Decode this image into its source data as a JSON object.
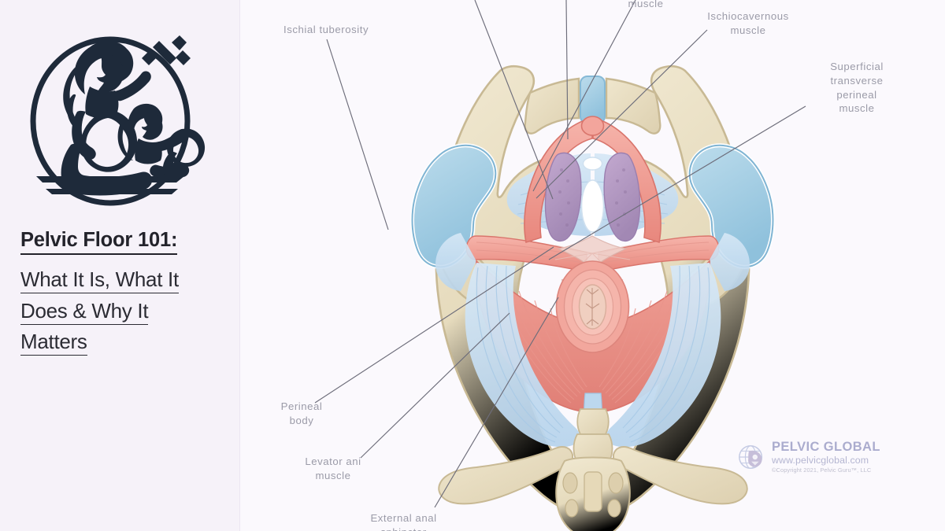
{
  "sidebar": {
    "logo_alt": "pregnant-woman-fitness-logo",
    "title": "Pelvic Floor 101:",
    "subtitle_lines": [
      "What It Is, What It",
      "Does & Why It",
      "Matters"
    ]
  },
  "diagram": {
    "alt": "female-pelvic-floor-muscles-anatomy",
    "labels": [
      {
        "id": "ischial-tuberosity",
        "text": "Ischial tuberosity"
      },
      {
        "id": "bulbospongiosus-muscle",
        "text": ""
      },
      {
        "id": "urethra",
        "text": ""
      },
      {
        "id": "perineal-membrane-muscle",
        "text": "muscle"
      },
      {
        "id": "ischiocavernous-muscle",
        "text": "Ischiocavernous\nmuscle"
      },
      {
        "id": "superficial-transverse-perineal-muscle",
        "text": "Superficial\ntransverse\nperineal\nmuscle"
      },
      {
        "id": "perineal-body",
        "text": "Perineal\nbody"
      },
      {
        "id": "levator-ani-muscle",
        "text": "Levator ani\nmuscle"
      },
      {
        "id": "external-anal-sphincter",
        "text": "External anal\nsphincter"
      }
    ],
    "colors": {
      "bone": "#e9dfc3",
      "bone_edge": "#c7b893",
      "cartilage": "#a9cfe4",
      "muscle_red": "#f09a90",
      "muscle_deep": "#e8837a",
      "fascia_blue": "#c5ddf0",
      "bulb_purple": "#b49ac2",
      "leader_line": "#6d6d7a",
      "label_text": "#9b9ba8",
      "panel_bg": "#fbf9fd"
    }
  },
  "watermark": {
    "brand": "PELVIC GLOBAL",
    "url": "www.pelvicglobal.com",
    "copyright": "©Copyright 2021, Pelvic Guru™, LLC",
    "icon": "globe-pelvis-icon"
  }
}
